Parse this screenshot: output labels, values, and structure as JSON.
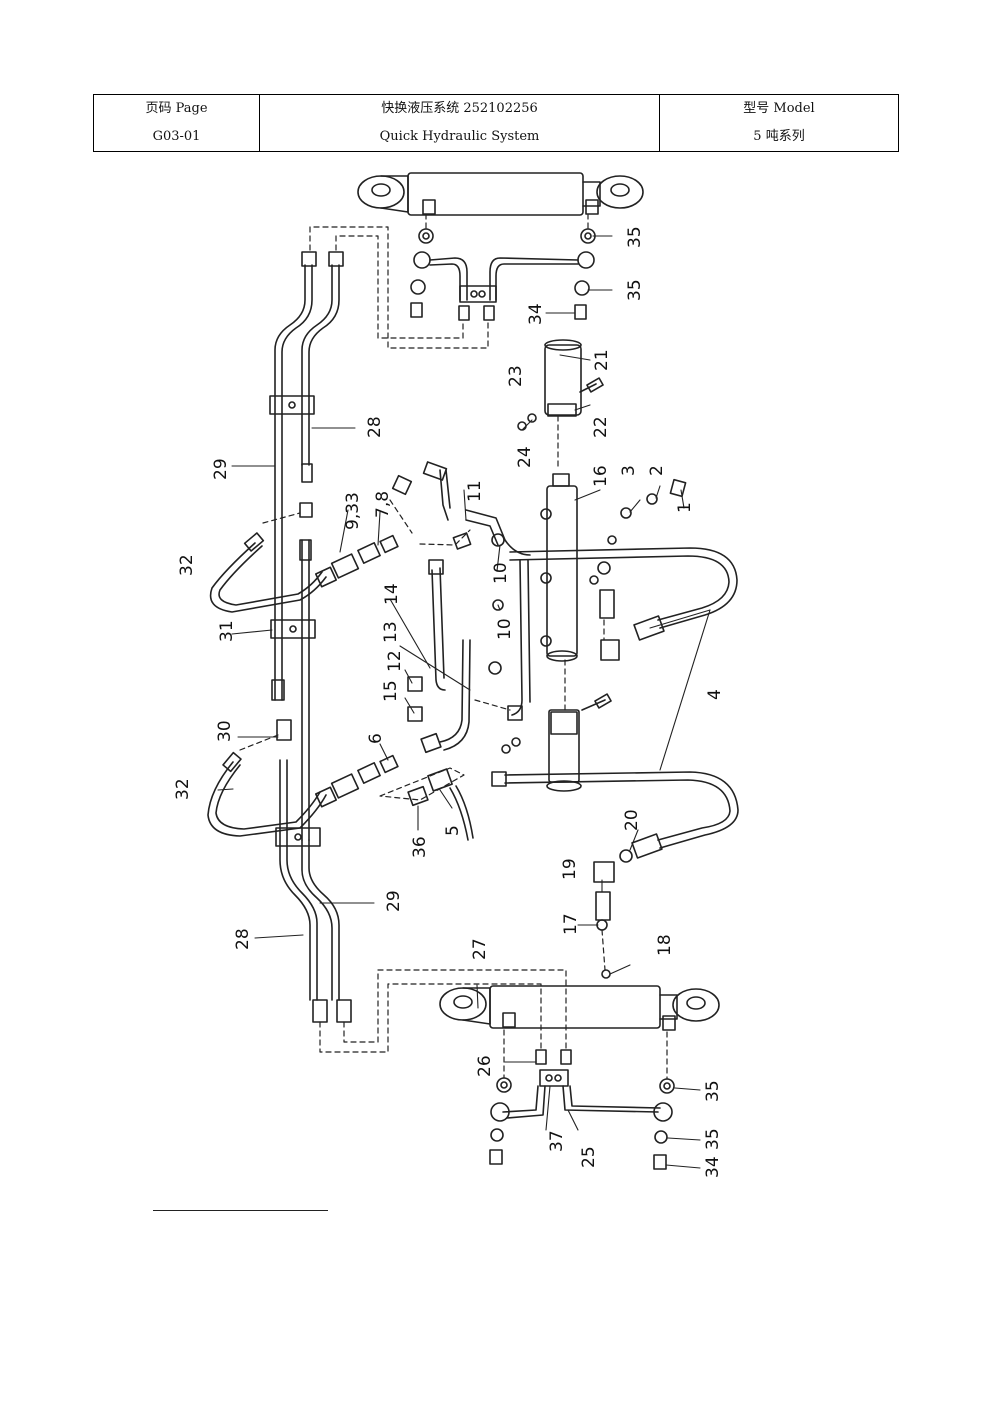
{
  "header": {
    "page_label": "页码 Page",
    "page_value": "G03-01",
    "title_cn": "快换液压系统 252102256",
    "title_en": "Quick Hydraulic System",
    "model_label": "型号 Model",
    "model_value": "5 吨系列"
  },
  "callouts": [
    "1",
    "2",
    "3",
    "4",
    "5",
    "6",
    "7,8",
    "9,33",
    "10",
    "10",
    "11",
    "12",
    "13",
    "14",
    "15",
    "16",
    "17",
    "18",
    "19",
    "20",
    "21",
    "22",
    "23",
    "24",
    "25",
    "26",
    "27",
    "28",
    "28",
    "29",
    "29",
    "30",
    "31",
    "32",
    "32",
    "34",
    "34",
    "35",
    "35",
    "35",
    "35",
    "36",
    "37"
  ]
}
